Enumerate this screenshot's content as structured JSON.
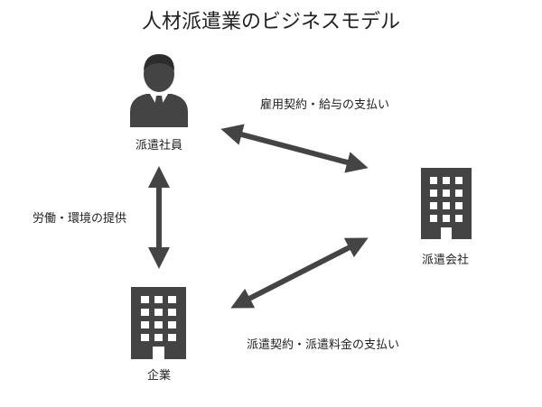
{
  "diagram": {
    "title": "人材派遣業のビジネスモデル",
    "nodes": {
      "worker": {
        "label": "派遣社員",
        "icon": "person-icon"
      },
      "company": {
        "label": "派遣会社",
        "icon": "building-icon"
      },
      "client": {
        "label": "企業",
        "icon": "building-icon"
      }
    },
    "edges": {
      "worker_company": {
        "label": "雇用契約・給与の支払い",
        "direction": "both"
      },
      "worker_client": {
        "label": "労働・環境の提供",
        "direction": "both"
      },
      "client_company": {
        "label": "派遣契約・派遣料金の支払い",
        "direction": "both"
      }
    }
  },
  "colors": {
    "icon": "#444444",
    "arrow": "#444444",
    "text": "#222222",
    "background": "#ffffff"
  }
}
